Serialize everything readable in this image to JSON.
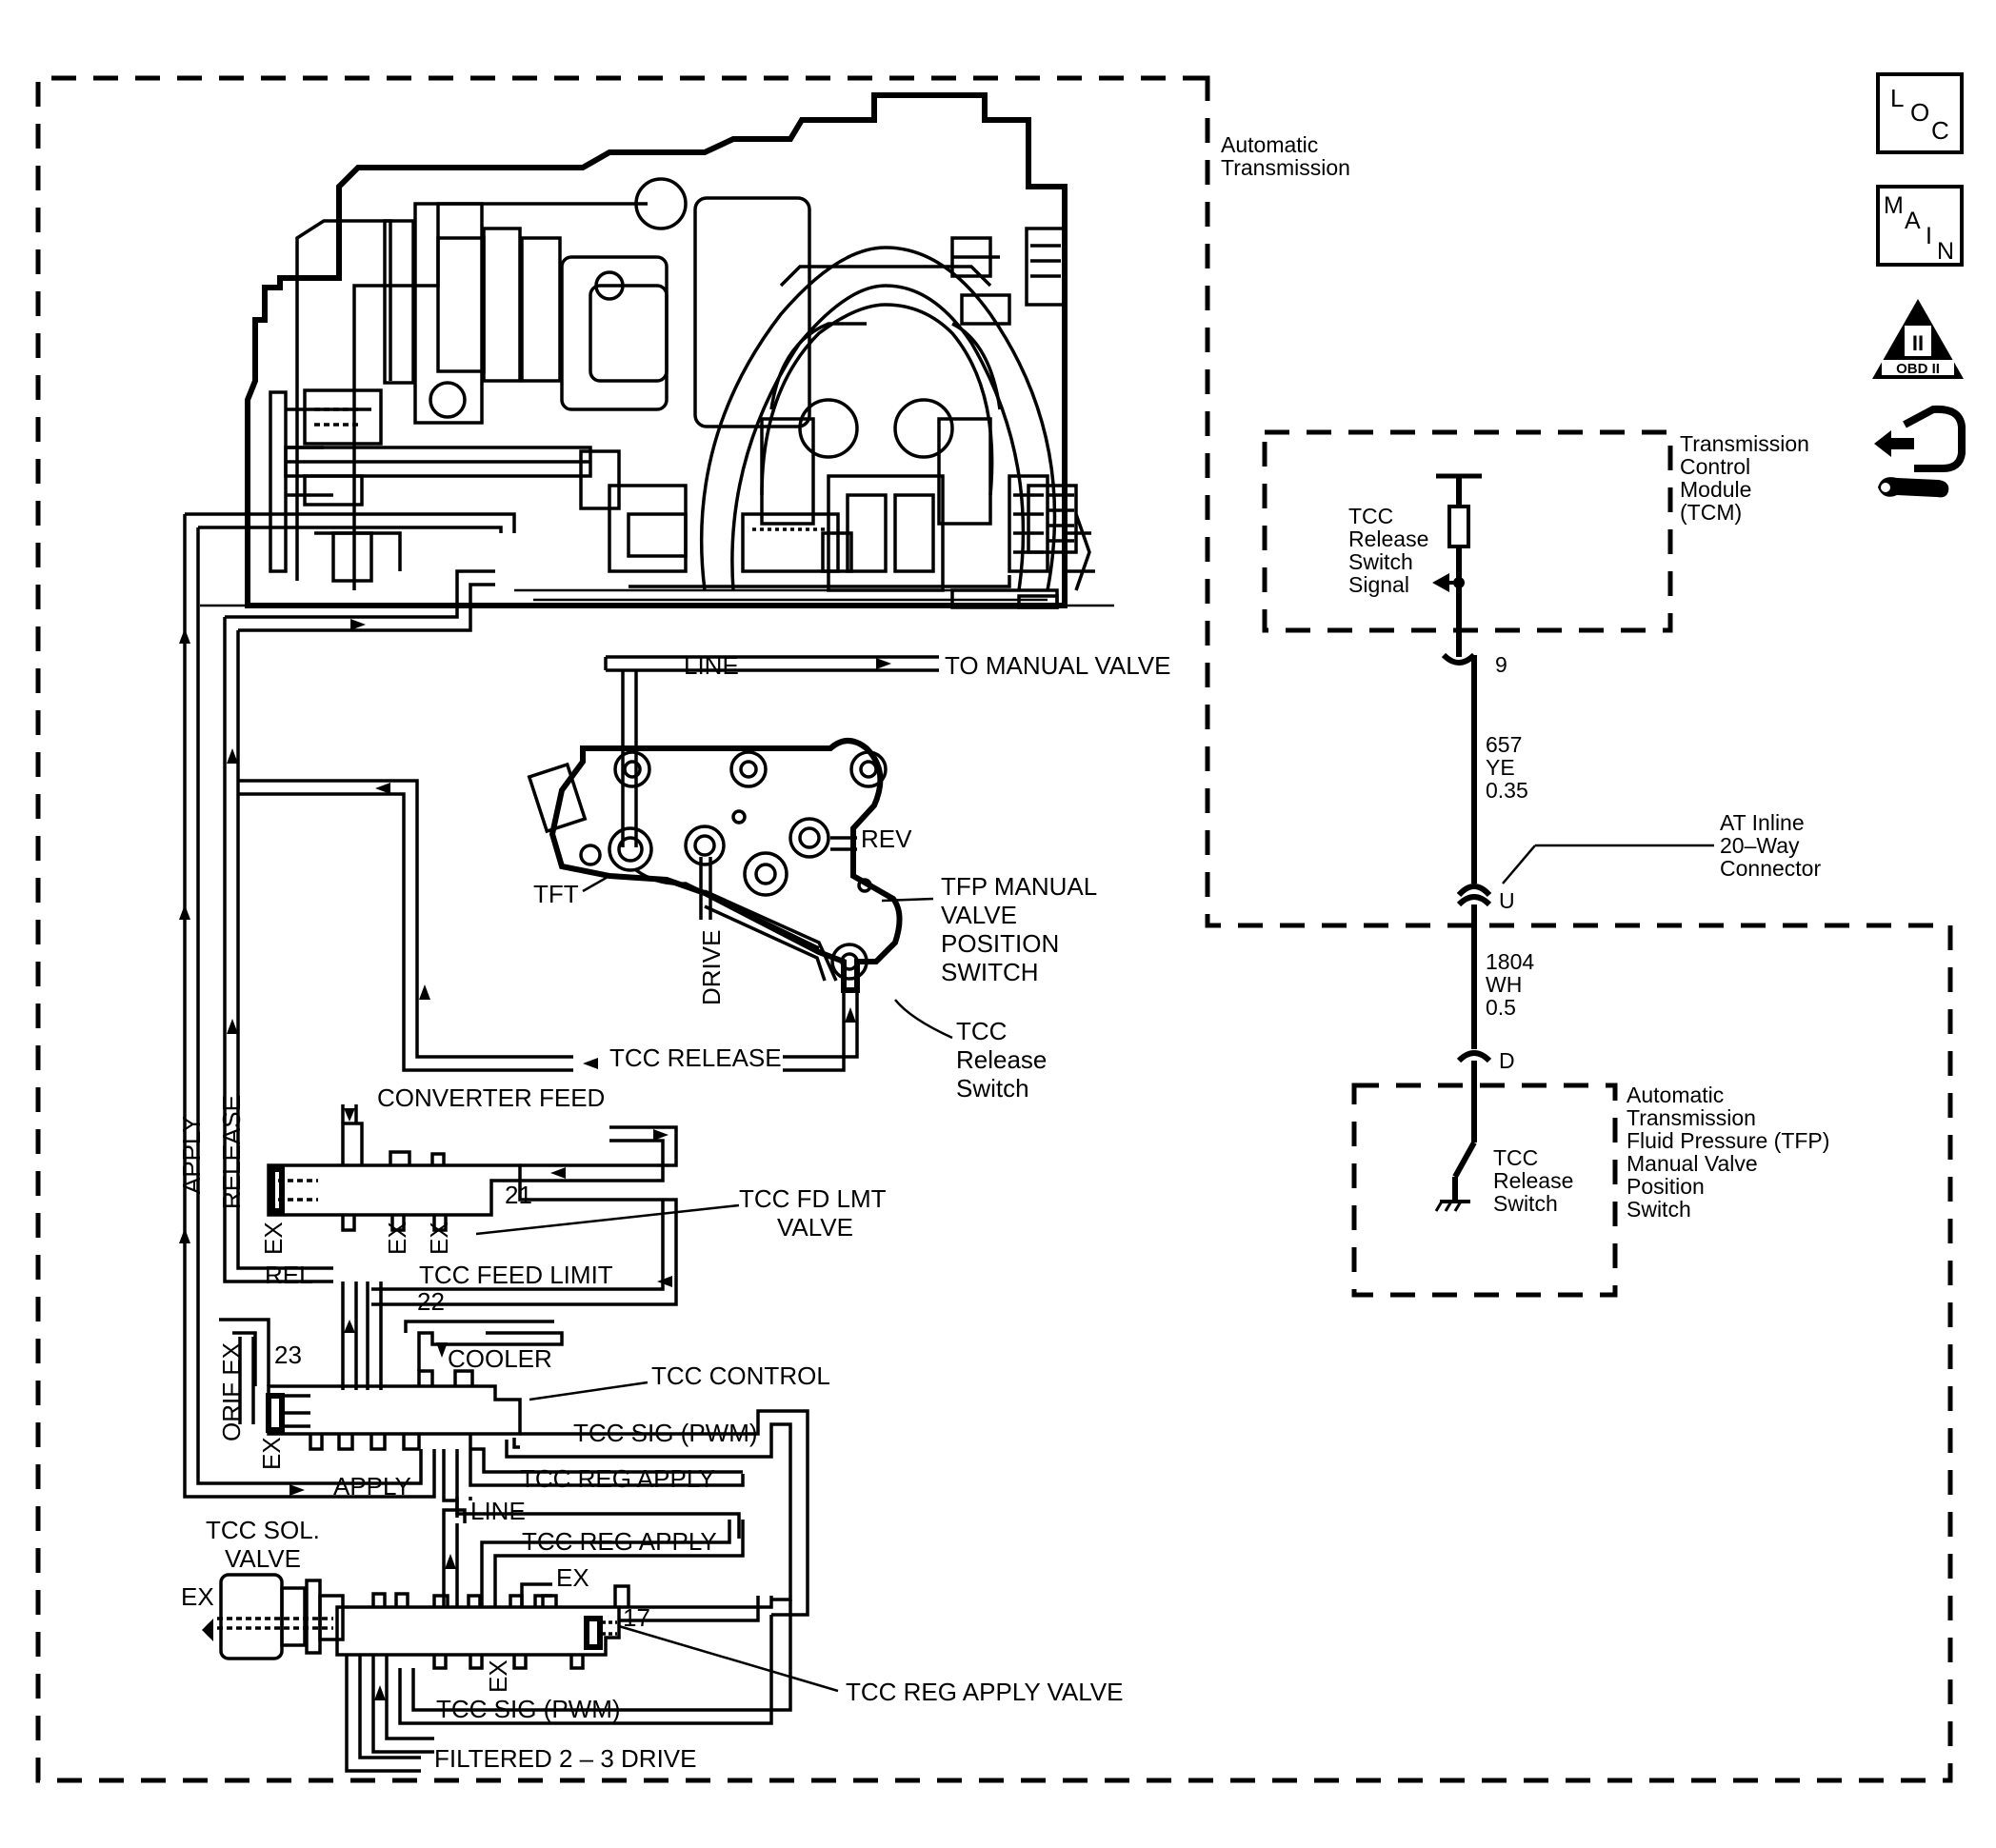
{
  "icons": {
    "loc": [
      "L",
      "O",
      "C"
    ],
    "main": [
      "M",
      "A",
      "I",
      "N"
    ],
    "obd": [
      "II",
      "OBD II"
    ]
  },
  "labels": {
    "automatic_transmission": [
      "Automatic",
      "Transmission"
    ],
    "tcm": [
      "Transmission",
      "Control",
      "Module",
      "(TCM)"
    ],
    "tcc_release_switch_signal": [
      "TCC",
      "Release",
      "Switch",
      "Signal"
    ],
    "at_inline_connector": [
      "AT Inline",
      "20–Way",
      "Connector"
    ],
    "tfp_switch_assembly": [
      "Automatic",
      "Transmission",
      "Fluid Pressure (TFP)",
      "Manual Valve",
      "Position",
      "Switch"
    ],
    "tcc_release_switch_module": [
      "TCC",
      "Release",
      "Switch"
    ]
  },
  "wiring": {
    "pin_9": "9",
    "circuit_657": [
      "657",
      "YE",
      "0.35"
    ],
    "pin_u": "U",
    "circuit_1804": [
      "1804",
      "WH",
      "0.5"
    ],
    "pin_d": "D"
  },
  "hydraulic": {
    "line": "LINE",
    "to_manual_valve": "TO MANUAL VALVE",
    "rev": "REV",
    "tft": "TFT",
    "drive": "DRIVE",
    "tfp_manual_valve_position_switch": [
      "TFP  MANUAL",
      "VALVE",
      "POSITION",
      "SWITCH"
    ],
    "tcc_release": "TCC RELEASE",
    "tcc_release_switch": [
      "TCC",
      "Release",
      "Switch"
    ],
    "apply": "APPLY",
    "release": "RELEASE",
    "converter_feed": "CONVERTER FEED",
    "tcc_fd_lmt_valve": [
      "TCC FD LMT",
      "VALVE"
    ],
    "ex": "EX",
    "rel": "REL",
    "tcc_feed_limit": "TCC FEED LIMIT",
    "orif_ex": "ORIF EX",
    "cooler": "COOLER",
    "tcc_control": "TCC CONTROL",
    "tcc_sig_pwm": "TCC SIG (PWM)",
    "tcc_reg_apply": "TCC REG APPLY",
    "tcc_sol_valve": [
      "TCC SOL.",
      "VALVE"
    ],
    "tcc_reg_apply_valve": "TCC REG APPLY VALVE",
    "filtered_2_3_drive": "FILTERED 2 – 3 DRIVE",
    "orifice_21": "21",
    "orifice_22": "22",
    "orifice_23": "23",
    "orifice_17": "17"
  }
}
